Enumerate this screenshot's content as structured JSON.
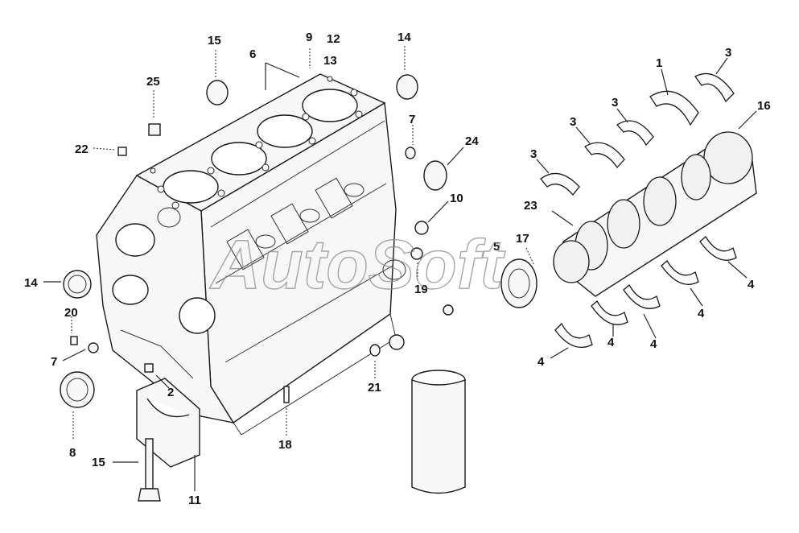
{
  "watermark": "AutoSoft",
  "callouts": [
    "1",
    "2",
    "3",
    "4",
    "5",
    "6",
    "7",
    "8",
    "9",
    "10",
    "11",
    "12",
    "13",
    "14",
    "15",
    "16",
    "17",
    "18",
    "19",
    "20",
    "21",
    "22",
    "23",
    "24",
    "25"
  ]
}
